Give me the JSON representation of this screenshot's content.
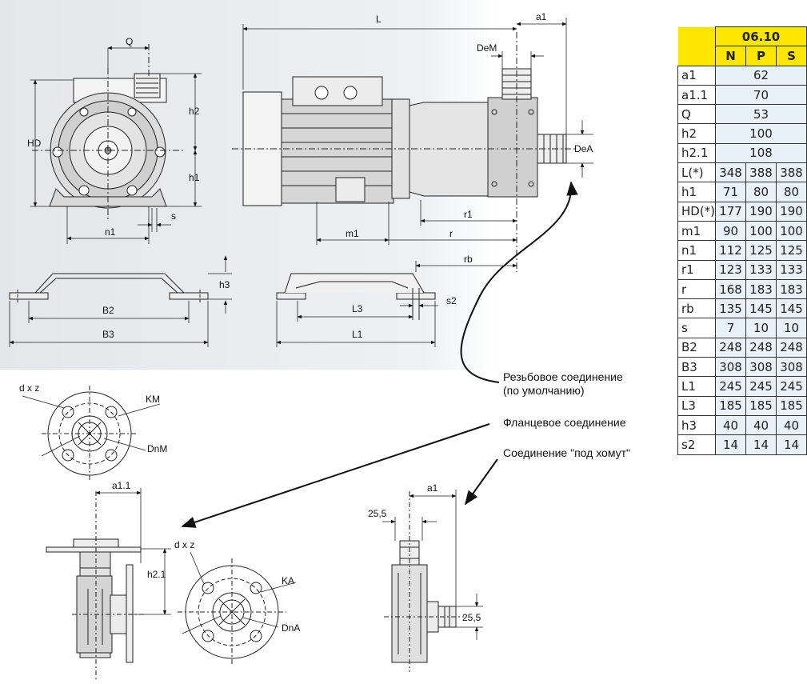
{
  "labels": {
    "front": {
      "Q": "Q",
      "HD": "HD",
      "h2": "h2",
      "h1": "h1",
      "s": "s",
      "n1": "n1"
    },
    "side": {
      "L": "L",
      "a1": "a1",
      "DeM": "DeM",
      "DeA": "DeA",
      "r1": "r1",
      "m1": "m1",
      "r": "r",
      "rb": "rb"
    },
    "base": {
      "h3": "h3",
      "B2": "B2",
      "B3": "B3",
      "L3": "L3",
      "L1": "L1",
      "s2": "s2"
    },
    "flangeTop": {
      "dxz": "d x z",
      "KM": "KM",
      "DnM": "DnM"
    },
    "flangeSide": {
      "a11": "a1.1",
      "h21": "h2.1"
    },
    "flangeBottom": {
      "dxz": "d x z",
      "KA": "KA",
      "DnA": "DnA"
    },
    "clamp": {
      "a1": "a1",
      "d1": "25,5",
      "d2": "25,5"
    }
  },
  "notes": {
    "threaded_1": "Резьбовое соединение",
    "threaded_2": "(по умолчанию)",
    "flanged": "Фланцевое соединение",
    "clamp": "Соединение \"под хомут\""
  },
  "table": {
    "model": "06.10",
    "variants": [
      "N",
      "P",
      "S"
    ],
    "rows": [
      {
        "name": "a1",
        "values": [
          "62"
        ]
      },
      {
        "name": "a1.1",
        "values": [
          "70"
        ]
      },
      {
        "name": "Q",
        "values": [
          "53"
        ]
      },
      {
        "name": "h2",
        "values": [
          "100"
        ]
      },
      {
        "name": "h2.1",
        "values": [
          "108"
        ]
      },
      {
        "name": "L(*)",
        "values": [
          "348",
          "388",
          "388"
        ]
      },
      {
        "name": "h1",
        "values": [
          "71",
          "80",
          "80"
        ]
      },
      {
        "name": "HD(*)",
        "values": [
          "177",
          "190",
          "190"
        ]
      },
      {
        "name": "m1",
        "values": [
          "90",
          "100",
          "100"
        ]
      },
      {
        "name": "n1",
        "values": [
          "112",
          "125",
          "125"
        ]
      },
      {
        "name": "r1",
        "values": [
          "123",
          "133",
          "133"
        ]
      },
      {
        "name": "r",
        "values": [
          "168",
          "183",
          "183"
        ]
      },
      {
        "name": "rb",
        "values": [
          "135",
          "145",
          "145"
        ]
      },
      {
        "name": "s",
        "values": [
          "7",
          "10",
          "10"
        ]
      },
      {
        "name": "B2",
        "values": [
          "248",
          "248",
          "248"
        ]
      },
      {
        "name": "B3",
        "values": [
          "308",
          "308",
          "308"
        ]
      },
      {
        "name": "L1",
        "values": [
          "245",
          "245",
          "245"
        ]
      },
      {
        "name": "L3",
        "values": [
          "185",
          "185",
          "185"
        ]
      },
      {
        "name": "h3",
        "values": [
          "40",
          "40",
          "40"
        ]
      },
      {
        "name": "s2",
        "values": [
          "14",
          "14",
          "14"
        ]
      }
    ]
  },
  "colors": {
    "background_panel": "#e9ecef",
    "table_header": "#ffe600",
    "table_cell": "#e8f0f8",
    "line": "#111111"
  }
}
